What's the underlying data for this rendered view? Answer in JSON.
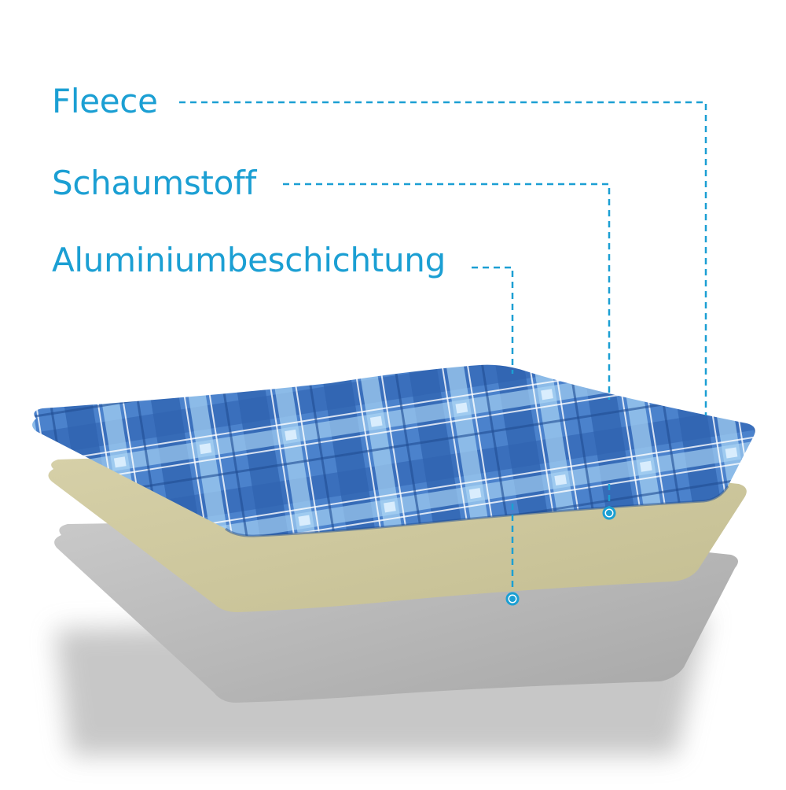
{
  "layers": [
    {
      "id": "fleece",
      "label": "Fleece",
      "color": "#3a73c2"
    },
    {
      "id": "foam",
      "label": "Schaumstoff",
      "color": "#cfc9a0"
    },
    {
      "id": "alu",
      "label": "Aluminiumbeschichtung",
      "color": "#b5b5b5"
    }
  ],
  "callout_color": "#1b9fd3"
}
